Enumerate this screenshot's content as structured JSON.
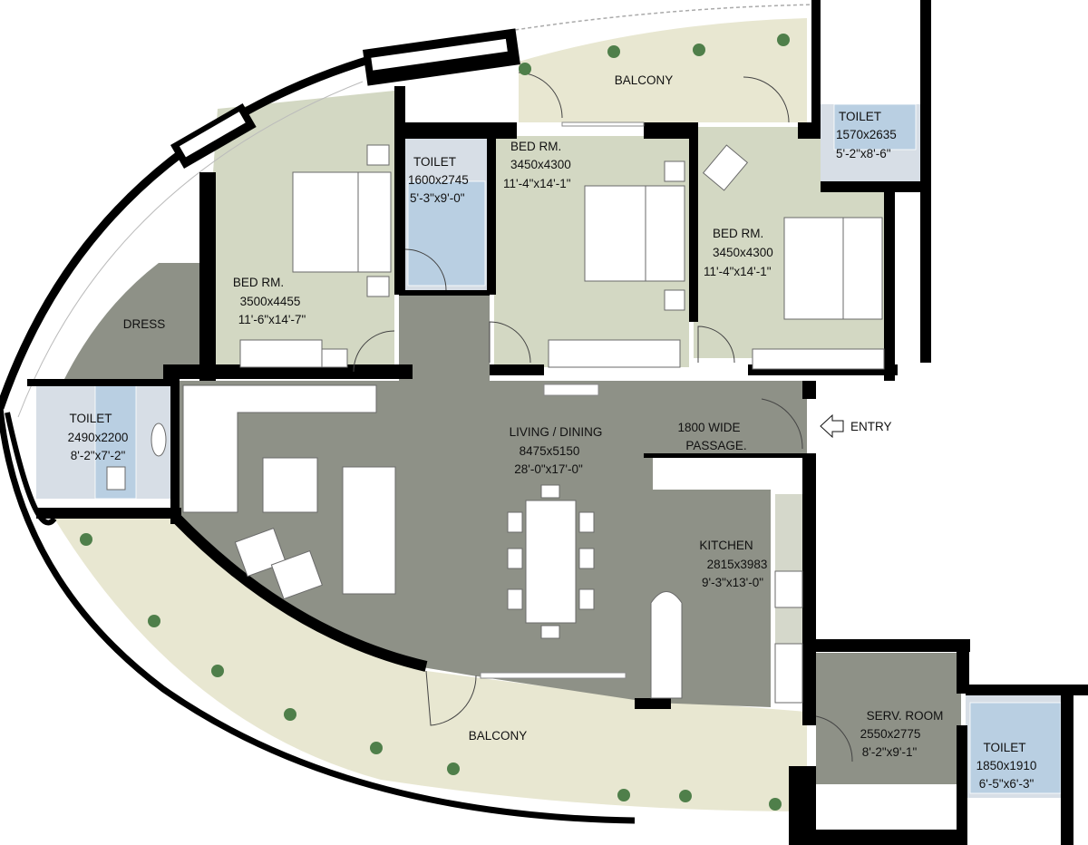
{
  "colors": {
    "living": "#8e9187",
    "bedroom": "#d3d8c3",
    "balcony": "#e8e7d1",
    "toilet": "#b9cfe2",
    "kitchen": "#d5d8cb",
    "wall": "#000000",
    "plant": "#4f7f4a"
  },
  "rooms": {
    "balcony_top": {
      "name": "BALCONY"
    },
    "toilet_top_right": {
      "name": "TOILET",
      "metric": "1570x2635",
      "imperial": "5'-2\"x8'-6\""
    },
    "toilet_center": {
      "name": "TOILET",
      "metric": "1600x2745",
      "imperial": "5'-3\"x9'-0\""
    },
    "bed_center": {
      "name": "BED RM.",
      "metric": "3450x4300",
      "imperial": "11'-4\"x14'-1\""
    },
    "bed_right": {
      "name": "BED RM.",
      "metric": "3450x4300",
      "imperial": "11'-4\"x14'-1\""
    },
    "bed_left": {
      "name": "BED RM.",
      "metric": "3500x4455",
      "imperial": "11'-6\"x14'-7\""
    },
    "dress": {
      "name": "DRESS"
    },
    "toilet_left": {
      "name": "TOILET",
      "metric": "2490x2200",
      "imperial": "8'-2\"x7'-2\""
    },
    "living": {
      "name": "LIVING / DINING",
      "metric": "8475x5150",
      "imperial": "28'-0\"x17'-0\""
    },
    "passage": {
      "line1": "1800 WIDE",
      "line2": "PASSAGE."
    },
    "entry": {
      "name": "ENTRY"
    },
    "kitchen": {
      "name": "KITCHEN",
      "metric": "2815x3983",
      "imperial": "9'-3\"x13'-0\""
    },
    "balcony_bottom": {
      "name": "BALCONY"
    },
    "serv_room": {
      "name": "SERV. ROOM",
      "metric": "2550x2775",
      "imperial": "8'-2\"x9'-1\""
    },
    "toilet_bottom_right": {
      "name": "TOILET",
      "metric": "1850x1910",
      "imperial": "6'-5\"x6'-3\""
    }
  }
}
